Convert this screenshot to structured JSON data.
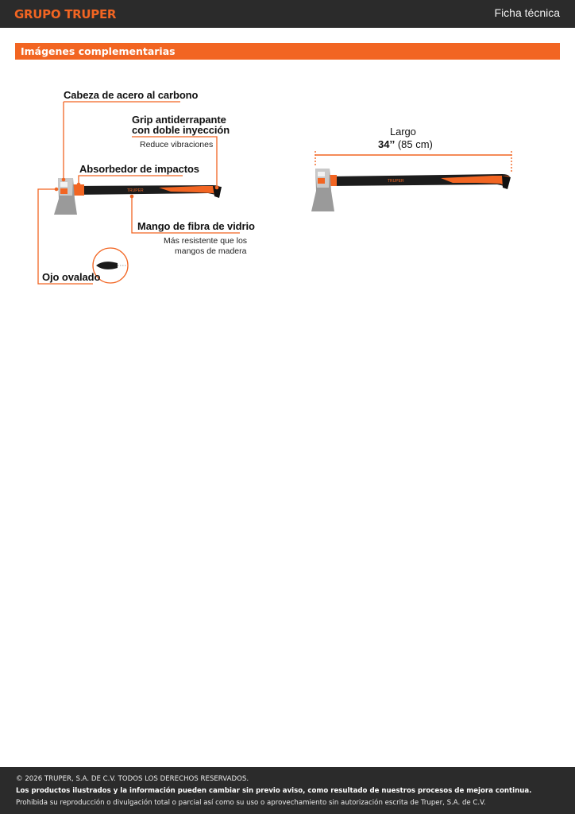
{
  "header": {
    "brand": "GRUPO TRUPER",
    "doc_type": "Ficha técnica"
  },
  "section": {
    "title": "Imágenes complementarias"
  },
  "callouts": {
    "head": "Cabeza de acero al carbono",
    "grip_line1": "Grip antiderrapante",
    "grip_line2": "con doble inyección",
    "grip_sub": "Reduce vibraciones",
    "absorber": "Absorbedor de impactos",
    "handle": "Mango de fibra de vidrio",
    "handle_sub_line1": "Más resistente que los",
    "handle_sub_line2": "mangos de madera",
    "eye": "Ojo ovalado"
  },
  "dimension": {
    "label": "Largo",
    "value_in": "34’’",
    "value_cm": "(85 cm)"
  },
  "product": {
    "handle_brand": "TRUPER"
  },
  "footer": {
    "copyright": "© 2026 TRUPER, S.A. DE C.V. TODOS LOS DERECHOS RESERVADOS.",
    "notice": "Los productos ilustrados y la información pueden cambiar sin previo aviso, como resultado de nuestros procesos de mejora continua.",
    "prohibition": "Prohibida su reproducción o divulgación total o parcial así como su uso o aprovechamiento sin autorización escrita de Truper, S.A. de C.V."
  },
  "colors": {
    "accent": "#f26522",
    "dark": "#2b2b2b"
  }
}
